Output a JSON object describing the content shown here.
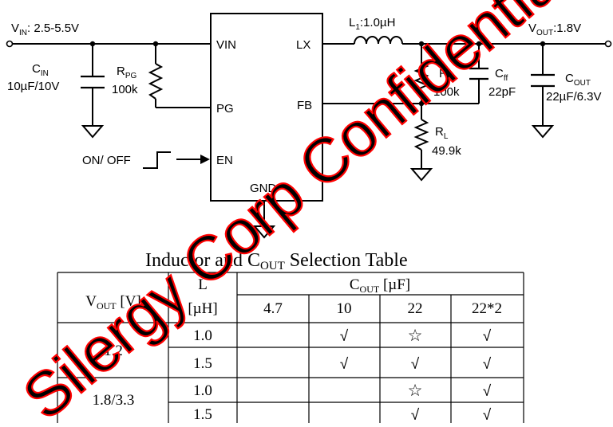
{
  "schematic": {
    "vin_label": "V",
    "vin_sub": "IN",
    "vin_range": ": 2.5-5.5V",
    "vout_label": "V",
    "vout_sub": "OUT",
    "vout_value": ":1.8V",
    "cin_name": "C",
    "cin_sub": "IN",
    "cin_value": "10µF/10V",
    "rpg_name": "R",
    "rpg_sub": "PG",
    "rpg_value": "100k",
    "inductor_label": "L",
    "inductor_sub": "1",
    "inductor_value": ":1.0µH",
    "rh_name": "R",
    "rh_sub": "H",
    "rh_value": "100k",
    "cff_name": "C",
    "cff_sub": "ff",
    "cff_value": "22pF",
    "cout_name": "C",
    "cout_sub": "OUT",
    "cout_value": "22µF/6.3V",
    "rl_name": "R",
    "rl_sub": "L",
    "rl_value": "49.9k",
    "enable_label": "ON/ OFF",
    "pins": {
      "vin": "VIN",
      "lx": "LX",
      "pg": "PG",
      "fb": "FB",
      "en": "EN",
      "gnd": "GND"
    }
  },
  "table": {
    "title_pre": "Inductor and C",
    "title_sub": "OUT",
    "title_post": " Selection Table",
    "h_vout": "V",
    "h_vout_sub": "OUT",
    "h_vout_unit": " [V]",
    "h_l": "L",
    "h_l_unit": "[µH]",
    "h_cout": "C",
    "h_cout_sub": "OUT",
    "h_cout_unit": " [µF]",
    "cout_cols": [
      "4.7",
      "10",
      "22",
      "22*2"
    ],
    "groups": [
      {
        "vout": "1.2",
        "rows": [
          {
            "l": "1.0",
            "cells": [
              "",
              "√",
              "☆",
              "√"
            ]
          },
          {
            "l": "1.5",
            "cells": [
              "",
              "√",
              "√",
              "√"
            ]
          }
        ]
      },
      {
        "vout": "1.8/3.3",
        "rows": [
          {
            "l": "1.0",
            "cells": [
              "",
              "",
              "☆",
              "√"
            ]
          },
          {
            "l": "1.5",
            "cells": [
              "",
              "",
              "√",
              "√"
            ]
          }
        ]
      }
    ]
  },
  "watermark": {
    "text": "Silergy Corp Confidential",
    "color": "#ff0000"
  }
}
